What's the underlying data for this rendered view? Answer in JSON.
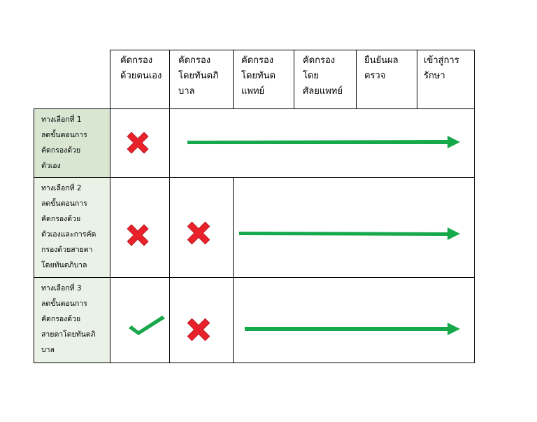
{
  "headers": [
    "คัดกรอง\nด้วยตนเอง",
    "คัดกรอง\nโดยทันตภิ\nบาล",
    "คัดกรอง\nโดยทันต\nแพทย์",
    "คัดกรอง\nโดย\nศัลยแพทย์",
    "ยืนยันผล\nตรวจ",
    "เข้าสู่การ\nรักษา"
  ],
  "rows": [
    {
      "label": "ทางเลือกที่ 1\nลดขั้นตอนการ\nคัดกรองด้วย\nตัวเอง",
      "marks": [
        "cross-icon"
      ],
      "arrow": "right-arrow-icon"
    },
    {
      "label": "ทางเลือกที่ 2\nลดขั้นตอนการ\nคัดกรองด้วย\nตัวเองและการคัด\nกรองด้วยสายตา\nโดยทันตภิบาล",
      "marks": [
        "cross-icon",
        "cross-icon"
      ],
      "arrow": "right-arrow-icon"
    },
    {
      "label": "ทางเลือกที่ 3\nลดขั้นตอนการ\nคัดกรองด้วย\nสายตาโดยทันตภิ\nบาล",
      "marks": [
        "check-icon",
        "cross-icon"
      ],
      "arrow": "right-arrow-icon"
    }
  ],
  "colors": {
    "cross": "#e8212b",
    "check": "#1aa84a",
    "arrow": "#16a94b",
    "label_bg": "#d9e6d2",
    "label_bg_light": "#eaf1e6"
  }
}
